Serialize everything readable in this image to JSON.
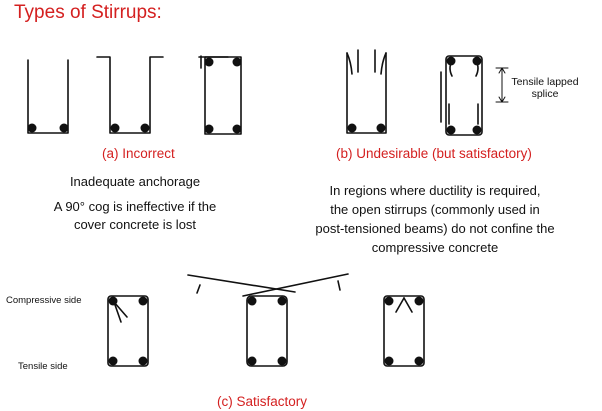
{
  "title": "Types of Stirrups:",
  "sections": {
    "a": {
      "caption": "(a) Incorrect",
      "notes": [
        "Inadequate anchorage",
        "A 90° cog is ineffective if the",
        "cover concrete is lost"
      ]
    },
    "b": {
      "caption": "(b) Undesirable (but satisfactory)",
      "splice_label": [
        "Tensile lapped",
        "splice"
      ],
      "notes": [
        "In regions where ductility is required,",
        "the open stirrups (commonly used in",
        "post-tensioned beams) do not confine the",
        "compressive concrete"
      ]
    },
    "c": {
      "caption": "(c) Satisfactory",
      "compressive_side": "Compressive side",
      "tensile_side": "Tensile side"
    }
  }
}
